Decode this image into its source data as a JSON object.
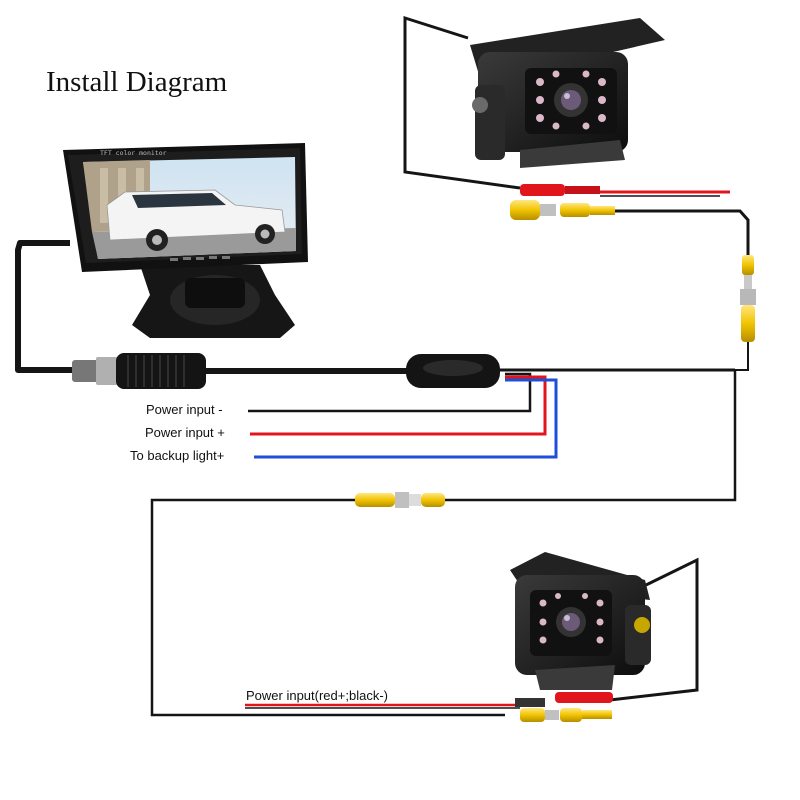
{
  "diagram": {
    "title": "Install Diagram",
    "monitor": {
      "brand_text": "TFT color monitor"
    },
    "labels": {
      "power_minus": "Power input -",
      "power_plus": "Power input +",
      "backup_light": "To backup light+",
      "camera2_power": "Power input(red+;black-)"
    },
    "colors": {
      "wire_black": "#151515",
      "wire_red": "#e0161c",
      "wire_blue": "#1d4fd8",
      "rca_yellow": "#f1c400",
      "camera_body": "#1b1b1b",
      "ir_led": "#d9b8c8"
    }
  }
}
